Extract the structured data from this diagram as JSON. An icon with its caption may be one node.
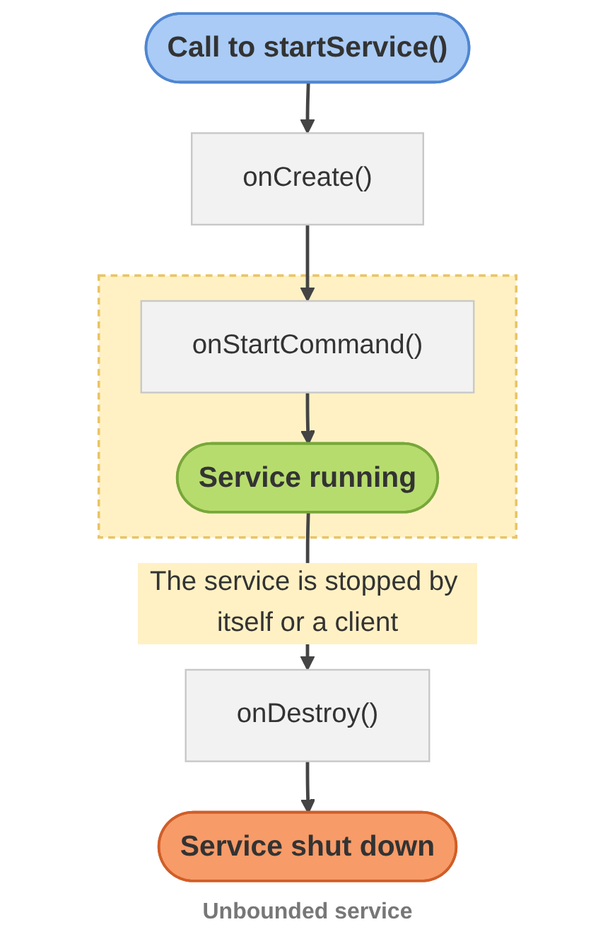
{
  "diagram": {
    "caption": "Unbounded service",
    "nodes": [
      {
        "text": [
          "Call to startService()"
        ]
      },
      {
        "text": [
          "onCreate()"
        ]
      },
      {
        "text": [],
        "shape": "box"
      },
      {
        "text": [
          "onStartCommand()"
        ],
        "in": 2
      },
      {
        "text": [
          "Service running"
        ],
        "in": 2
      },
      {
        "text": [
          "onDestroy()"
        ]
      },
      {
        "text": [
          "Service shut down"
        ]
      }
    ],
    "edges": [
      {
        "from": 0,
        "to": 1,
        "arrow": "to"
      },
      {
        "from": 1,
        "to": 3,
        "arrow": "to"
      },
      {
        "from": 3,
        "to": 4,
        "arrow": "to"
      },
      {
        "from": 4,
        "to": 5,
        "arrow": "to",
        "label": "The service is stopped by itself or a client"
      },
      {
        "from": 5,
        "to": 6,
        "arrow": "to"
      }
    ]
  }
}
